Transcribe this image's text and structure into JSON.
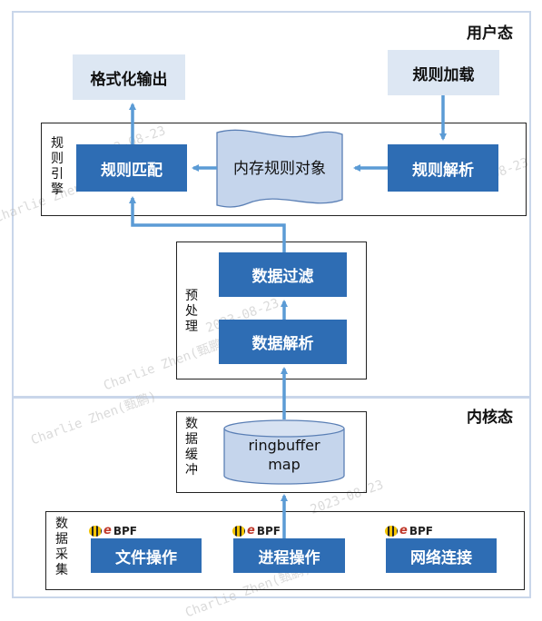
{
  "zones": {
    "user_space": "用户态",
    "kernel_space": "内核态"
  },
  "nodes": {
    "format_output": "格式化输出",
    "rule_load": "规则加载",
    "rule_match": "规则匹配",
    "memory_rule_object": "内存规则对象",
    "rule_parse": "规则解析",
    "data_filter": "数据过滤",
    "data_parse": "数据解析",
    "ringbuffer_line1": "ringbuffer",
    "ringbuffer_line2": "map",
    "file_ops": "文件操作",
    "process_ops": "进程操作",
    "network_conn": "网络连接"
  },
  "groups": {
    "rule_engine": [
      "规",
      "则",
      "引",
      "擎"
    ],
    "preprocess": [
      "预",
      "处",
      "理"
    ],
    "data_buffer": [
      "数",
      "据",
      "缓",
      "冲"
    ],
    "data_collect": [
      "数",
      "据",
      "采",
      "集"
    ]
  },
  "badge": {
    "ebpf_e": "e",
    "ebpf_rest": "BPF"
  },
  "watermarks": {
    "author": "Charlie Zhen(甄鹏)",
    "date": "2023-08-23"
  },
  "colors": {
    "node_blue": "#2e6db4",
    "node_light": "#dde7f3",
    "arrow": "#5b9bd5",
    "zone_border": "#c9d6ea"
  }
}
